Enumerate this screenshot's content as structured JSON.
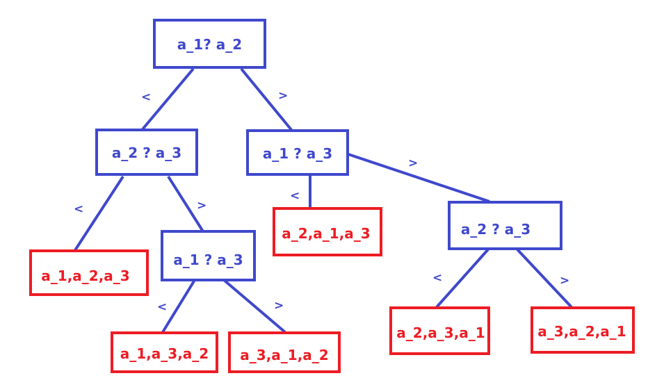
{
  "colors": {
    "decision": "#3f48cc",
    "leaf": "#ed1c24",
    "background": "#ffffff"
  },
  "nodes": {
    "root": {
      "label": "a_1? a_2"
    },
    "left_cmp": {
      "label": "a_2 ? a_3"
    },
    "right_cmp": {
      "label": "a_1 ? a_3"
    },
    "left_right_cmp": {
      "label": "a_1 ? a_3"
    },
    "right_right_cmp": {
      "label": "a_2 ? a_3"
    },
    "leaf_123": {
      "label": "a_1,a_2,a_3"
    },
    "leaf_132": {
      "label": "a_1,a_3,a_2"
    },
    "leaf_312": {
      "label": "a_3,a_1,a_2"
    },
    "leaf_213": {
      "label": "a_2,a_1,a_3"
    },
    "leaf_231": {
      "label": "a_2,a_3,a_1"
    },
    "leaf_321": {
      "label": "a_3,a_2,a_1"
    }
  },
  "edge_labels": {
    "root_left": "<",
    "root_right": ">",
    "l_left": "<",
    "l_right": ">",
    "lr_left": "<",
    "lr_right": ">",
    "r_left": "<",
    "r_right": ">",
    "rr_left": "<",
    "rr_right": ">"
  }
}
